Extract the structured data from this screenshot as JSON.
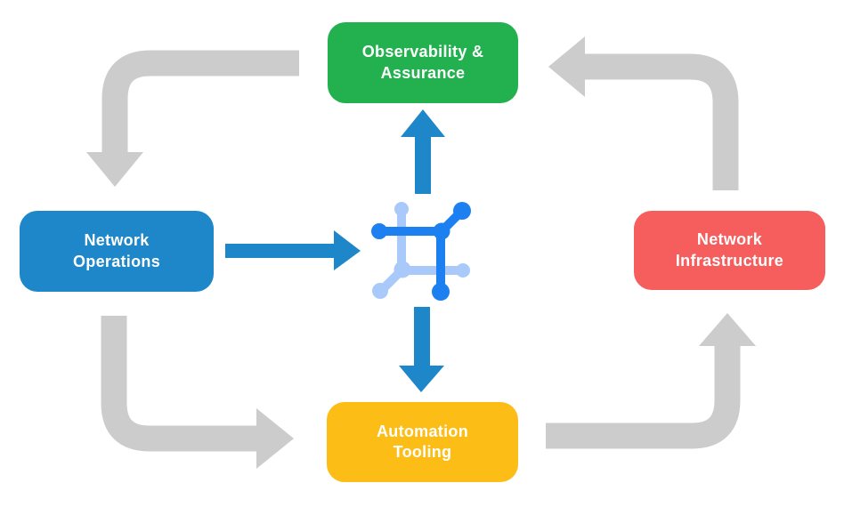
{
  "colors": {
    "background": "#ffffff",
    "arrow_gray": "#cccccc",
    "arrow_blue": "#1e87c9",
    "icon_dark_blue": "#1d80f0",
    "icon_light_blue": "#a9c9fb",
    "label_text": "#ffffff"
  },
  "diagram": {
    "nodes": [
      {
        "id": "observability-assurance",
        "label": "Observability &\nAssurance",
        "color": "#23b14f",
        "position": "top-center"
      },
      {
        "id": "network-operations",
        "label": "Network\nOperations",
        "color": "#1e87c9",
        "position": "middle-left"
      },
      {
        "id": "network-infrastructure",
        "label": "Network\nInfrastructure",
        "color": "#f65d5d",
        "position": "middle-right"
      },
      {
        "id": "automation-tooling",
        "label": "Automation\nTooling",
        "color": "#fcbd17",
        "position": "bottom-center"
      }
    ],
    "center_icon": "network-node-icon",
    "edges": [
      {
        "from": "observability-assurance",
        "to": "network-operations",
        "color": "#cccccc",
        "shape": "elbow"
      },
      {
        "from": "network-operations",
        "to": "automation-tooling",
        "color": "#cccccc",
        "shape": "elbow"
      },
      {
        "from": "automation-tooling",
        "to": "network-infrastructure",
        "color": "#cccccc",
        "shape": "elbow"
      },
      {
        "from": "network-infrastructure",
        "to": "observability-assurance",
        "color": "#cccccc",
        "shape": "elbow"
      },
      {
        "from": "network-operations",
        "to": "center-icon",
        "color": "#1e87c9",
        "shape": "straight"
      },
      {
        "from": "center-icon",
        "to": "observability-assurance",
        "color": "#1e87c9",
        "shape": "straight"
      },
      {
        "from": "center-icon",
        "to": "automation-tooling",
        "color": "#1e87c9",
        "shape": "straight"
      }
    ]
  }
}
